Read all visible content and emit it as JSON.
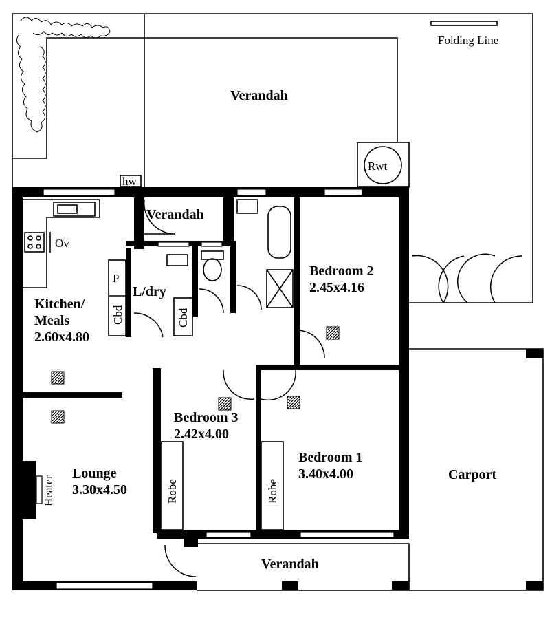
{
  "legend": {
    "folding_line": "Folding Line"
  },
  "rooms": {
    "verandah_rear": "Verandah",
    "verandah_entry": "Verandah",
    "verandah_front": "Verandah",
    "rwt": "Rwt",
    "hw": "hw",
    "oven": "Ov",
    "pantry": "P",
    "laundry": "L/dry",
    "cupboard_1": "Cbd",
    "cupboard_2": "Cbd",
    "kitchen": {
      "name_1": "Kitchen/",
      "name_2": "Meals",
      "size": "2.60x4.80"
    },
    "bedroom2": {
      "name": "Bedroom 2",
      "size": "2.45x4.16"
    },
    "bedroom3": {
      "name": "Bedroom 3",
      "size": "2.42x4.00"
    },
    "bedroom1": {
      "name": "Bedroom 1",
      "size": "3.40x4.00"
    },
    "lounge": {
      "name": "Lounge",
      "size": "3.30x4.50"
    },
    "heater": "Heater",
    "robe_1": "Robe",
    "robe_2": "Robe",
    "carport": "Carport"
  }
}
